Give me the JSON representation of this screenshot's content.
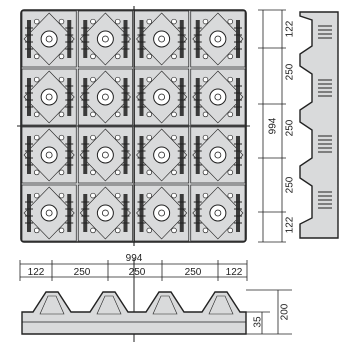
{
  "plan_view": {
    "overall_dimension": "994",
    "side_dimensions": [
      "122",
      "250",
      "250",
      "250",
      "122"
    ]
  },
  "section_view": {
    "overall_dimension": "994",
    "top_dimensions": [
      "122",
      "250",
      "250",
      "250",
      "122"
    ],
    "height_dimension": "200",
    "base_dimension": "35"
  },
  "colors": {
    "line": "#222222",
    "fill": "#d9dadb",
    "dark": "#3a3a3a",
    "paper": "#ffffff"
  }
}
